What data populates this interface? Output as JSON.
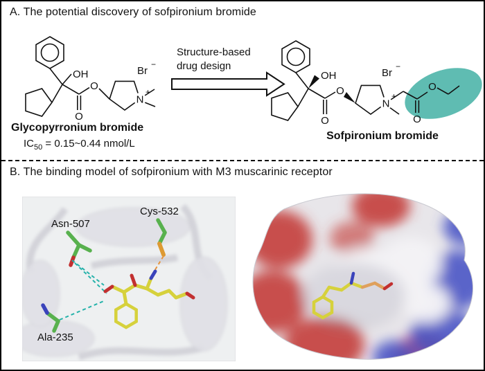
{
  "panel_a": {
    "title": "A. The potential discovery of sofpironium bromide",
    "arrow": {
      "line1": "Structure-based",
      "line2": "drug design"
    },
    "glyco": {
      "name": "Glycopyrronium bromide",
      "ic50_prefix": "IC",
      "ic50_sub": "50",
      "ic50_value": " = 0.15~0.44 nmol/L"
    },
    "sofp": {
      "name": "Sofpironium bromide"
    },
    "atoms": {
      "oh": "OH",
      "o": "O",
      "n": "N",
      "plus": "+",
      "br": "Br",
      "minus": "−"
    }
  },
  "panel_b": {
    "title": "B. The binding model of sofpironium with M3 muscarinic receptor",
    "residues": {
      "asn": "Asn-507",
      "cys": "Cys-532",
      "ala": "Ala-235"
    }
  },
  "colors": {
    "highlight_ellipse_teal": "#49b3a7",
    "hydrogen_bond_teal": "#25b2aa",
    "hydrogen_bond_orange": "#e8943c",
    "residue_stick_green": "#58b14e",
    "sulfur_orange": "#dd9a33",
    "ligand_stick_yellow": "#d6d13c",
    "oxygen_red": "#c23030",
    "nitrogen_blue": "#3a43bb",
    "surface_positive_blue": "#4753c5",
    "surface_negative_red": "#c5403c"
  }
}
